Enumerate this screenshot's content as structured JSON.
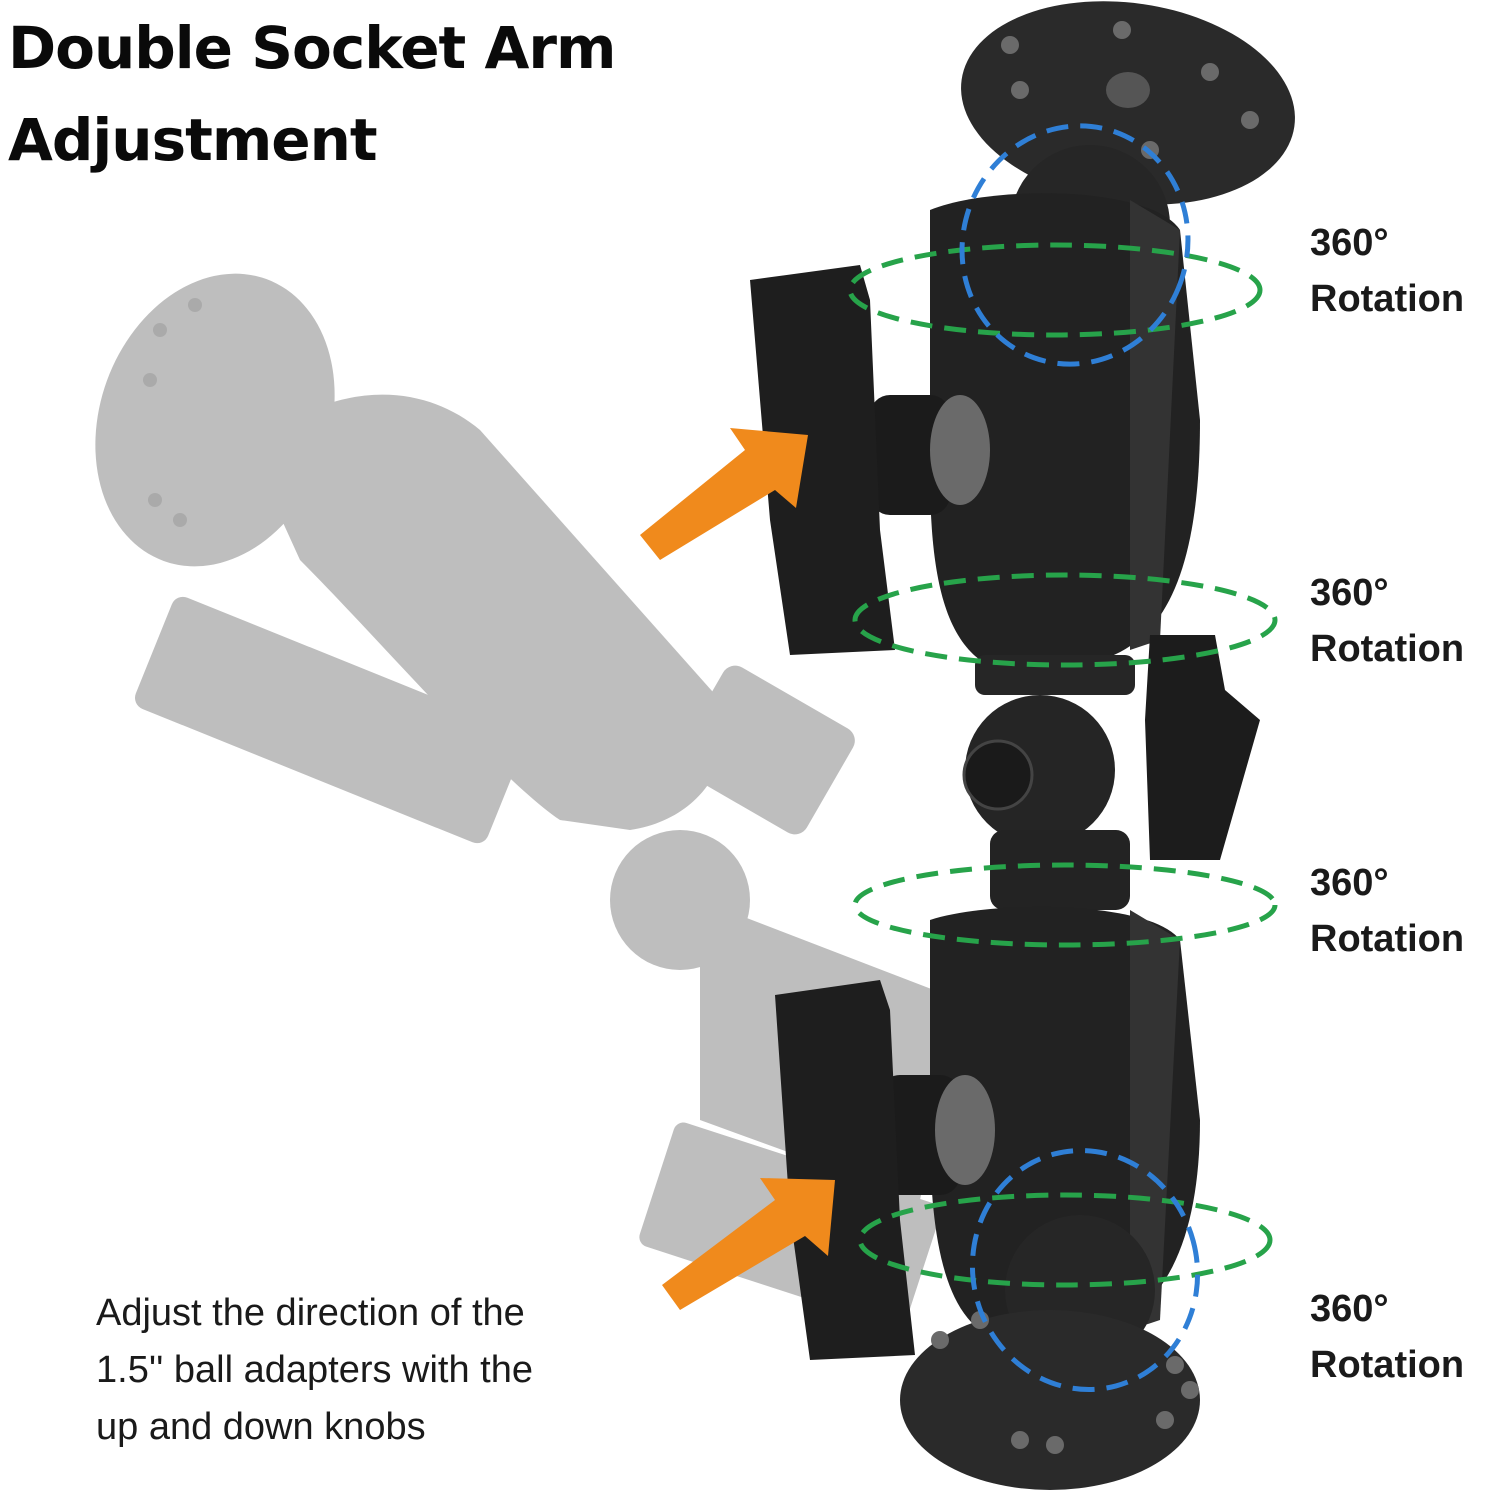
{
  "title": {
    "line1": "Double Socket Arm",
    "line2": "Adjustment"
  },
  "caption": {
    "line1": "Adjust the direction of the",
    "line2": "1.5'' ball adapters with the",
    "line3": "up and down knobs"
  },
  "rotation_labels": [
    {
      "degree": "360°",
      "text": "Rotation"
    },
    {
      "degree": "360°",
      "text": "Rotation"
    },
    {
      "degree": "360°",
      "text": "Rotation"
    },
    {
      "degree": "360°",
      "text": "Rotation"
    }
  ],
  "colors": {
    "arrow": "#f08a1c",
    "blue_ring": "#2f7fd6",
    "green_ring": "#27a34a",
    "mount_black": "#1d1d1d",
    "ghost_gray": "#9a9a9a"
  },
  "icons": {
    "arrow": "orange-arrow-icon"
  }
}
